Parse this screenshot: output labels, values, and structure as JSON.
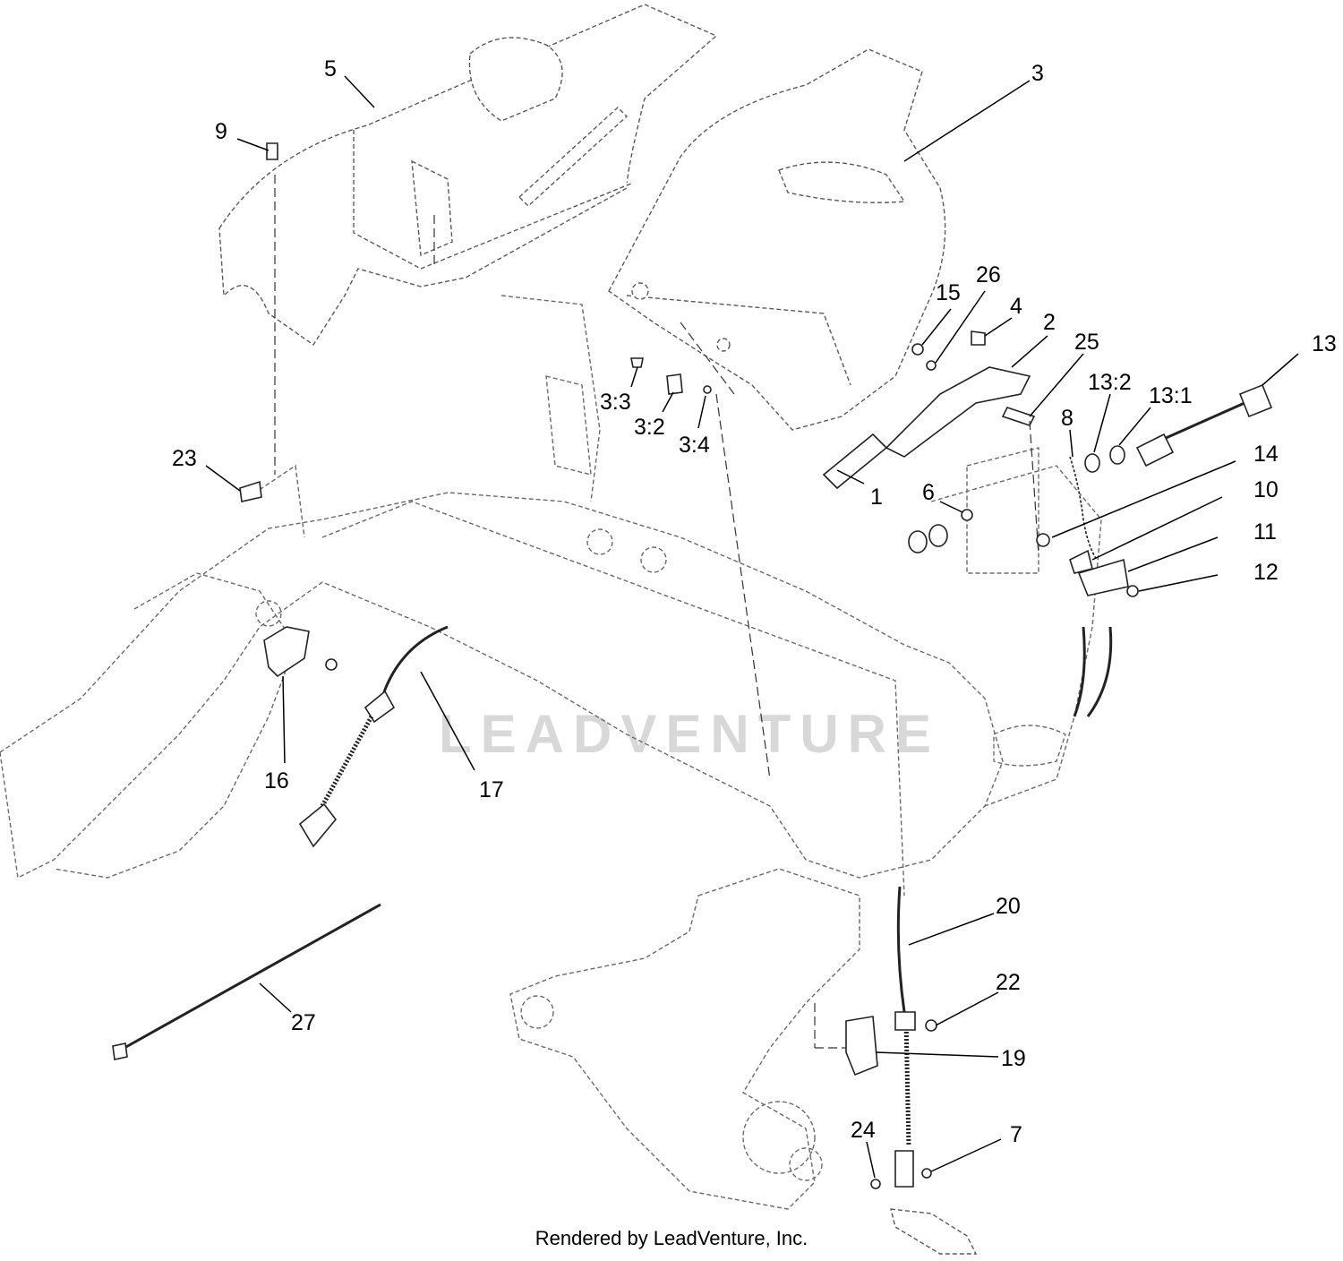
{
  "diagram": {
    "watermark": "LEADVENTURE",
    "credit": "Rendered by LeadVenture, Inc.",
    "callouts": {
      "c1": "1",
      "c2": "2",
      "c3": "3",
      "c3_2": "3:2",
      "c3_3": "3:3",
      "c3_4": "3:4",
      "c4": "4",
      "c5": "5",
      "c6": "6",
      "c7": "7",
      "c8": "8",
      "c9": "9",
      "c10": "10",
      "c11": "11",
      "c12": "12",
      "c13": "13",
      "c13_1": "13:1",
      "c13_2": "13:2",
      "c14": "14",
      "c15": "15",
      "c16": "16",
      "c17": "17",
      "c19": "19",
      "c20": "20",
      "c22": "22",
      "c23": "23",
      "c24": "24",
      "c25": "25",
      "c26": "26",
      "c27": "27"
    }
  }
}
